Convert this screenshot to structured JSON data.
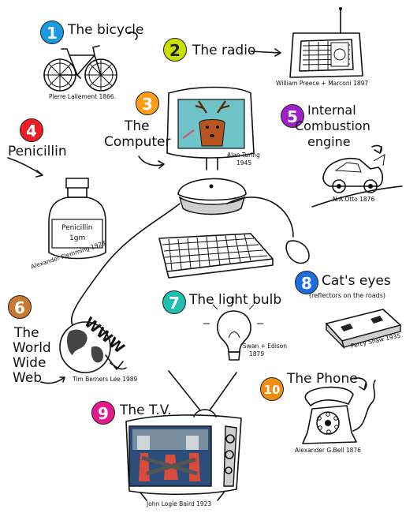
{
  "items": [
    {
      "num": "1",
      "title": "The bicycle",
      "credit": "Pierre Lallement 1866.",
      "color": "#1a9ae0"
    },
    {
      "num": "2",
      "title": "The radio",
      "credit": "William Preece + Marconi 1897",
      "color": "#c8e000"
    },
    {
      "num": "3",
      "title_lines": [
        "The",
        "Computer"
      ],
      "credit_lines": [
        "Alan Turing",
        "1945"
      ],
      "color": "#ff9d14"
    },
    {
      "num": "4",
      "title": "Penicillin",
      "credit": "Alexander Flemming 1928",
      "label_lines": [
        "Penicillin",
        "1gm"
      ],
      "color": "#ee1c25"
    },
    {
      "num": "5",
      "title_lines": [
        "Internal",
        "Combustion",
        "engine"
      ],
      "credit": "N.A.Otto 1876",
      "color": "#a020c8"
    },
    {
      "num": "6",
      "title_lines": [
        "The",
        "World",
        "Wide",
        "Web"
      ],
      "credit": "Tim Berners Lee 1989",
      "globe_label": "WWW",
      "color": "#c87a30"
    },
    {
      "num": "7",
      "title": "The light bulb",
      "credit_lines": [
        "Swan + Edison",
        "1879"
      ],
      "color": "#1dbfae"
    },
    {
      "num": "8",
      "title": "Cat's eyes",
      "subtitle": "(reflectors on the roads)",
      "credit": "Percy Shaw 1935",
      "color": "#1a6ee0"
    },
    {
      "num": "9",
      "title": "The T.V.",
      "credit": "John Logie Baird 1923",
      "color": "#e4198c"
    },
    {
      "num": "10",
      "title": "The Phone",
      "credit": "Alexander G.Bell 1876",
      "color": "#f08c10"
    }
  ]
}
